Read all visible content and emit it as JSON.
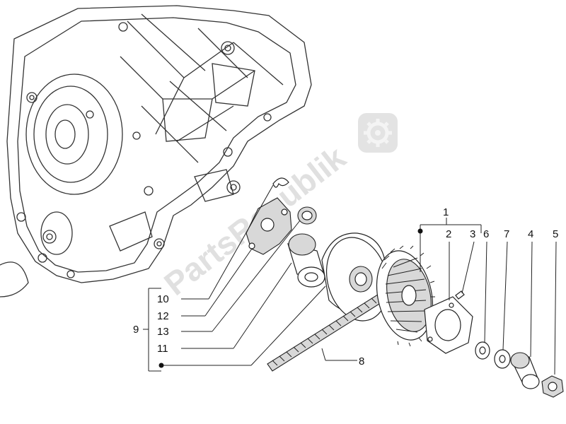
{
  "watermark": {
    "text": "PartsRepublik",
    "icon": "gear-icon"
  },
  "callouts": [
    {
      "id": "c1",
      "number": "1"
    },
    {
      "id": "c2",
      "number": "2"
    },
    {
      "id": "c3",
      "number": "3"
    },
    {
      "id": "c4",
      "number": "4"
    },
    {
      "id": "c5",
      "number": "5"
    },
    {
      "id": "c6",
      "number": "6"
    },
    {
      "id": "c7",
      "number": "7"
    },
    {
      "id": "c8",
      "number": "8"
    },
    {
      "id": "c9",
      "number": "9"
    },
    {
      "id": "c10",
      "number": "10"
    },
    {
      "id": "c11",
      "number": "11"
    },
    {
      "id": "c12",
      "number": "12"
    },
    {
      "id": "c13",
      "number": "13"
    }
  ]
}
